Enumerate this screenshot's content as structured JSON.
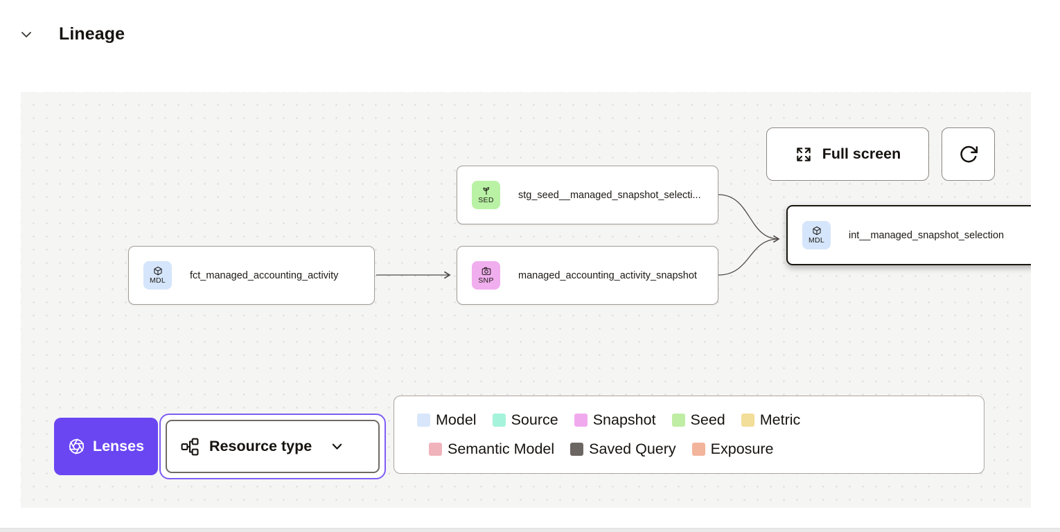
{
  "header": {
    "title": "Lineage"
  },
  "toolbar": {
    "full_screen_label": "Full screen"
  },
  "nodes": {
    "seed": {
      "badge": "SED",
      "label": "stg_seed__managed_snapshot_selecti...",
      "color": "#b9f1a5"
    },
    "fct": {
      "badge": "MDL",
      "label": "fct_managed_accounting_activity",
      "color": "#d5e5fb"
    },
    "snapshot": {
      "badge": "SNP",
      "label": "managed_accounting_activity_snapshot",
      "color": "#f1aeee"
    },
    "int": {
      "badge": "MDL",
      "label": "int__managed_snapshot_selection",
      "color": "#d5e5fb"
    }
  },
  "lenses": {
    "label": "Lenses"
  },
  "resource_type": {
    "label": "Resource type"
  },
  "legend": {
    "rows": [
      [
        {
          "label": "Model",
          "color": "#d8e6fb"
        },
        {
          "label": "Source",
          "color": "#a5f3da"
        },
        {
          "label": "Snapshot",
          "color": "#f1a9ee"
        },
        {
          "label": "Seed",
          "color": "#c0eda4"
        },
        {
          "label": "Metric",
          "color": "#f2dd99"
        }
      ],
      [
        {
          "label": "Semantic Model",
          "color": "#f1b3bb"
        },
        {
          "label": "Saved Query",
          "color": "#6c6662"
        },
        {
          "label": "Exposure",
          "color": "#f2b49b"
        }
      ]
    ]
  },
  "colors": {
    "accent_purple": "#6a46f2",
    "ring_purple": "#7e5df5",
    "canvas_bg": "#f5f5f4",
    "edge": "#4f4b46",
    "selected_border": "#18150f"
  }
}
